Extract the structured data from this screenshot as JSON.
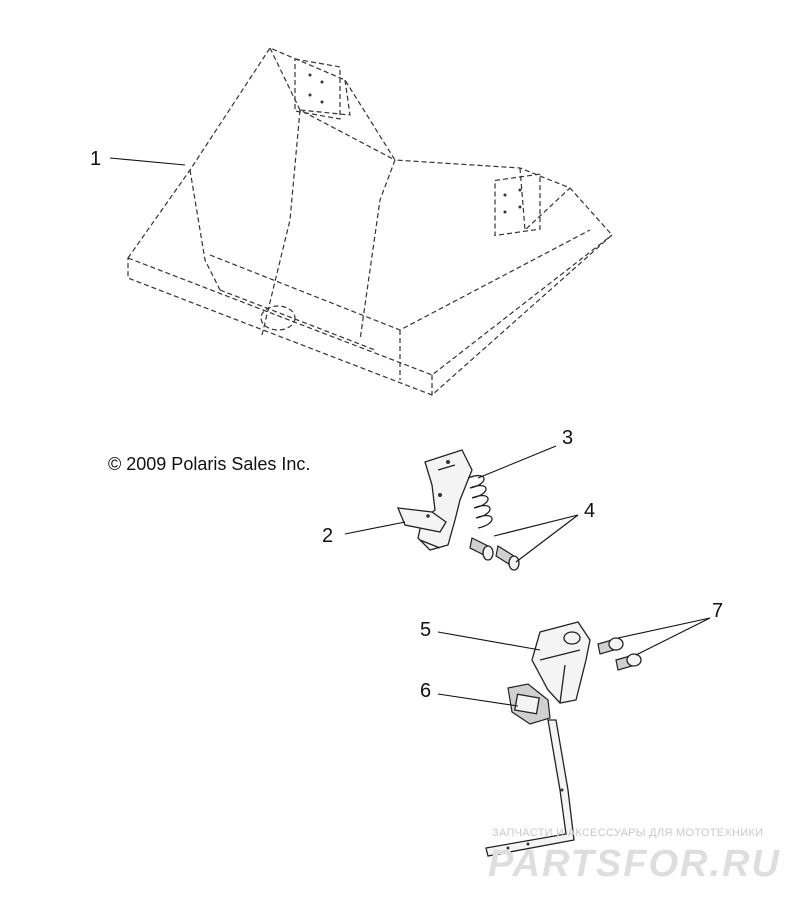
{
  "copyright": "© 2009 Polaris Sales Inc.",
  "watermark": {
    "tagline": "ЗАПЧАСТИ И АКСЕССУАРЫ ДЛЯ МОТОТЕХНИКИ",
    "brand": "PARTSFOR.RU"
  },
  "callouts": [
    {
      "id": "1",
      "label": "1"
    },
    {
      "id": "2",
      "label": "2"
    },
    {
      "id": "3",
      "label": "3"
    },
    {
      "id": "4",
      "label": "4"
    },
    {
      "id": "5",
      "label": "5"
    },
    {
      "id": "6",
      "label": "6"
    },
    {
      "id": "7",
      "label": "7"
    }
  ],
  "colors": {
    "line": "#222222",
    "background": "#ffffff",
    "watermark": "#dedede"
  }
}
